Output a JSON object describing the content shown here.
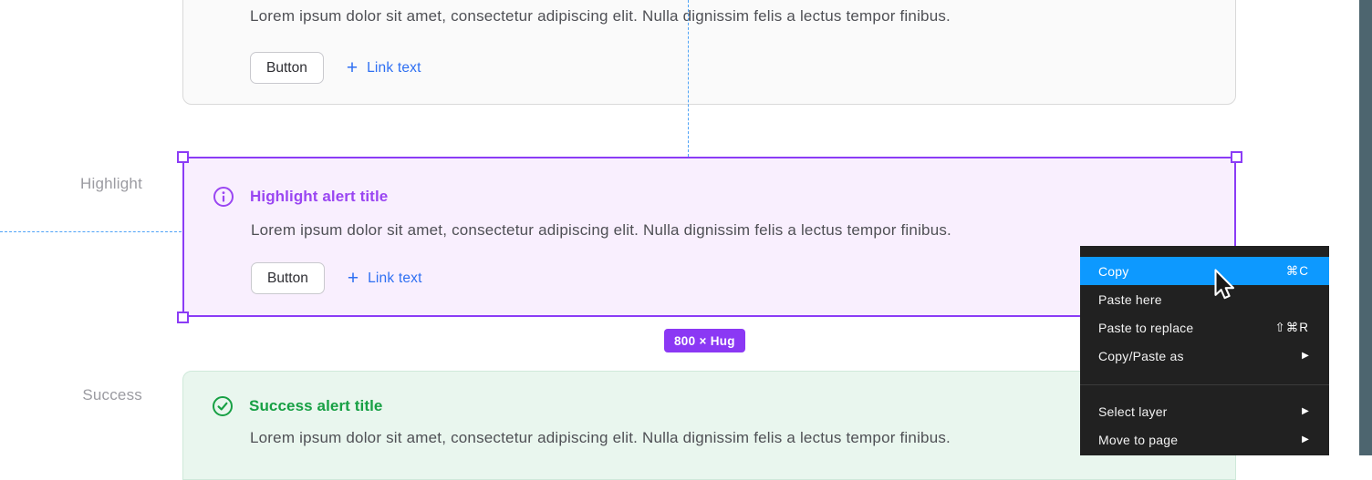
{
  "colors": {
    "selection_purple": "#8b3cf6",
    "highlight_title_purple": "#9a46f2",
    "success_green": "#17a044",
    "link_blue": "#2e6ff2",
    "menu_highlight_blue": "#0d99ff",
    "menu_background": "#212121",
    "guide_blue": "#4fa3f7",
    "edge_bar_slate": "#4d656f"
  },
  "icons": {
    "plus": "+",
    "submenu_arrow": "▶"
  },
  "alerts": {
    "body_text": "Lorem ipsum dolor sit amet, consectetur adipiscing elit. Nulla dignissim felis a lectus tempor finibus.",
    "button_label": "Button",
    "link_label": "Link text",
    "highlight": {
      "side_label": "Highlight",
      "title": "Highlight alert title"
    },
    "success": {
      "side_label": "Success",
      "title": "Success alert title"
    }
  },
  "selection": {
    "size_badge": "800 × Hug"
  },
  "context_menu": {
    "items": [
      {
        "label": "Copy",
        "shortcut": "⌘C",
        "highlighted": true
      },
      {
        "label": "Paste here",
        "shortcut": ""
      },
      {
        "label": "Paste to replace",
        "shortcut": "⇧⌘R"
      },
      {
        "label": "Copy/Paste as",
        "submenu": true
      },
      {
        "label": "Select layer",
        "submenu": true
      },
      {
        "label": "Move to page",
        "submenu": true
      }
    ]
  }
}
